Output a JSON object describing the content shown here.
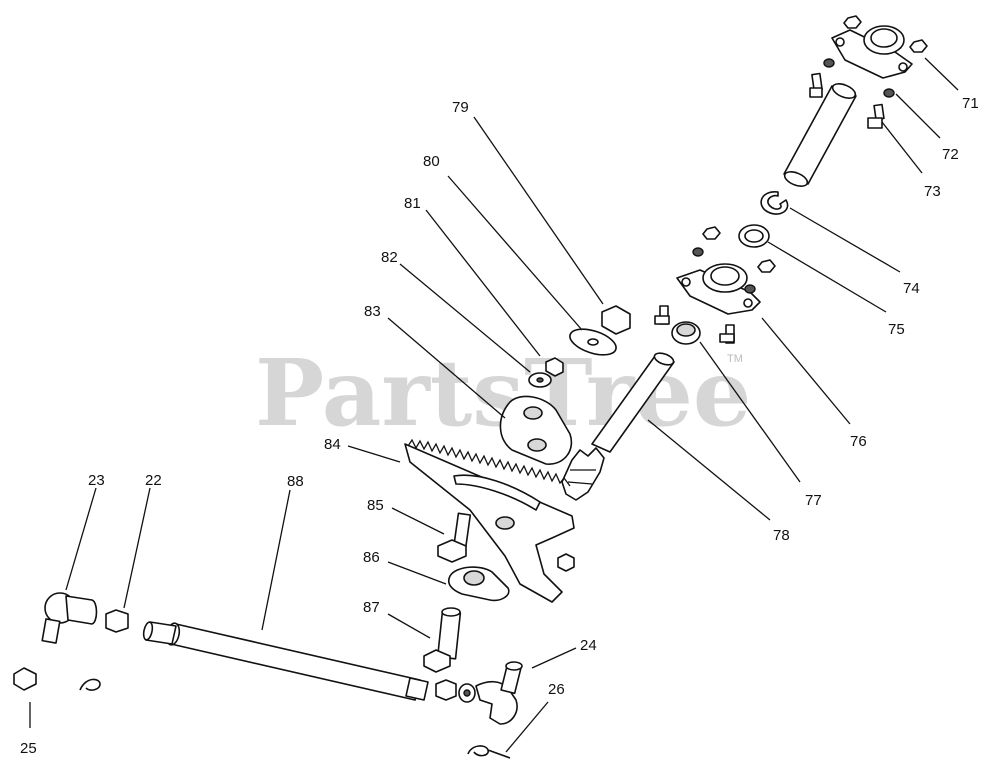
{
  "watermark": {
    "text": "PartsTree",
    "tm": "TM"
  },
  "callouts": {
    "p71": "71",
    "p72": "72",
    "p73": "73",
    "p74": "74",
    "p75": "75",
    "p76": "76",
    "p77": "77",
    "p78": "78",
    "p79": "79",
    "p80": "80",
    "p81": "81",
    "p82": "82",
    "p83": "83",
    "p84": "84",
    "p85": "85",
    "p86": "86",
    "p87": "87",
    "p88": "88",
    "p22": "22",
    "p23": "23",
    "p24": "24",
    "p25": "25",
    "p26": "26"
  }
}
